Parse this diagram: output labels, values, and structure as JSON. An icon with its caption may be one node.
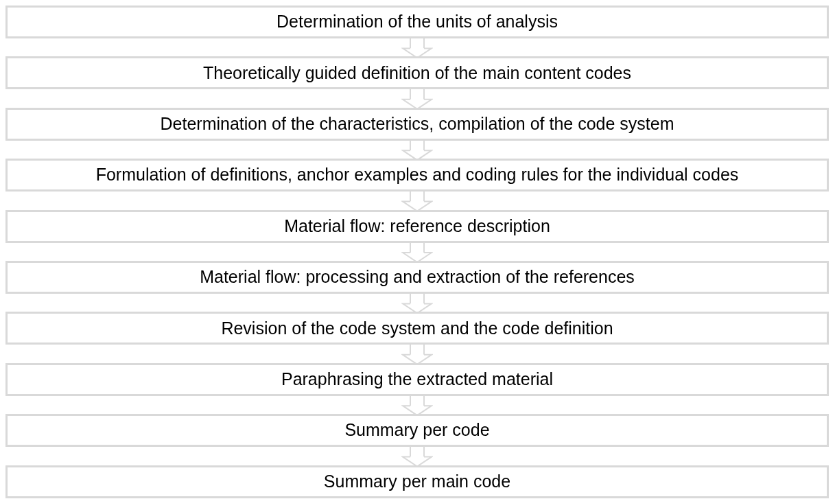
{
  "diagram": {
    "nodes": [
      {
        "text": [
          "Determination of the units of analysis"
        ]
      },
      {
        "text": [
          "Theoretically guided definition of the main content codes"
        ]
      },
      {
        "text": [
          "Determination of the characteristics, compilation of the code system"
        ]
      },
      {
        "text": [
          "Formulation of definitions, anchor examples and coding rules for the individual codes"
        ]
      },
      {
        "text": [
          "Material flow: reference description"
        ]
      },
      {
        "text": [
          "Material flow: processing and extraction of the references"
        ]
      },
      {
        "text": [
          "Revision of the code system and the code definition"
        ]
      },
      {
        "text": [
          "Paraphrasing the extracted material"
        ]
      },
      {
        "text": [
          "Summary per code"
        ]
      },
      {
        "text": [
          "Summary per main code"
        ]
      }
    ],
    "edges": [
      {
        "from": 0,
        "to": 1,
        "arrow": "to"
      },
      {
        "from": 1,
        "to": 2,
        "arrow": "to"
      },
      {
        "from": 2,
        "to": 3,
        "arrow": "to"
      },
      {
        "from": 3,
        "to": 4,
        "arrow": "to"
      },
      {
        "from": 4,
        "to": 5,
        "arrow": "to"
      },
      {
        "from": 5,
        "to": 6,
        "arrow": "to"
      },
      {
        "from": 6,
        "to": 7,
        "arrow": "to"
      },
      {
        "from": 7,
        "to": 8,
        "arrow": "to"
      },
      {
        "from": 8,
        "to": 9,
        "arrow": "to"
      }
    ]
  }
}
